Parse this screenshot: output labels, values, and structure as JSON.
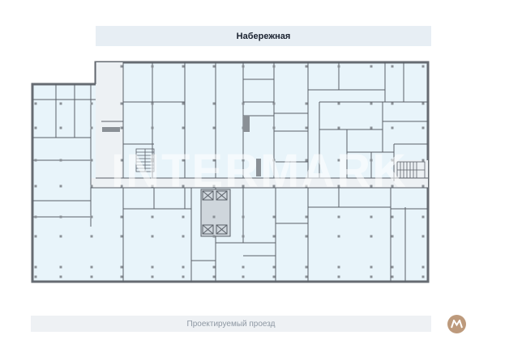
{
  "streets": {
    "top": "Набережная",
    "bottom": "Проектируемый проезд"
  },
  "watermark": "INTERMARK",
  "icons": {
    "metro": "metro-icon",
    "elevator": "elevator-icon",
    "stairs": "stairs-icon"
  },
  "colors": {
    "floor_fill": "#e8f4fa",
    "wall": "#5a6068",
    "outer_wall": "#666b72",
    "column": "#8a9096",
    "core": "#cfd6dc",
    "metro": "#bd9a7c"
  }
}
